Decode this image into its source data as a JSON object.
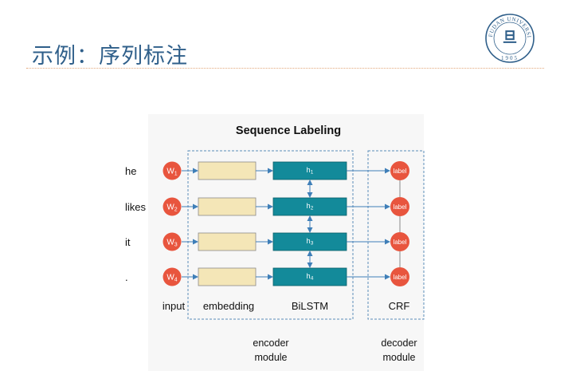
{
  "slide": {
    "title": "示例：序列标注"
  },
  "logo": {
    "arc_text": "FUDAN UNIVERSITY",
    "year": "1905",
    "glyph": "旦"
  },
  "diagram": {
    "title": "Sequence Labeling",
    "tokens": [
      "he",
      "likes",
      "it",
      "."
    ],
    "inputs": [
      "W1",
      "W2",
      "W3",
      "W4"
    ],
    "hidden": [
      "h1",
      "h2",
      "h3",
      "h4"
    ],
    "outputs": [
      "label",
      "label",
      "label",
      "label"
    ],
    "column_labels": {
      "input": "input",
      "embedding": "embedding",
      "bilstm": "BiLSTM",
      "crf": "CRF"
    },
    "modules": {
      "encoder": [
        "encoder",
        "module"
      ],
      "decoder": [
        "decoder",
        "module"
      ]
    },
    "colors": {
      "input_node": "#e8553e",
      "embedding_box": "#f4e6b7",
      "lstm_box": "#138a9a",
      "arrow": "#3f7fb8",
      "title_color": "#2f5f8a"
    }
  }
}
